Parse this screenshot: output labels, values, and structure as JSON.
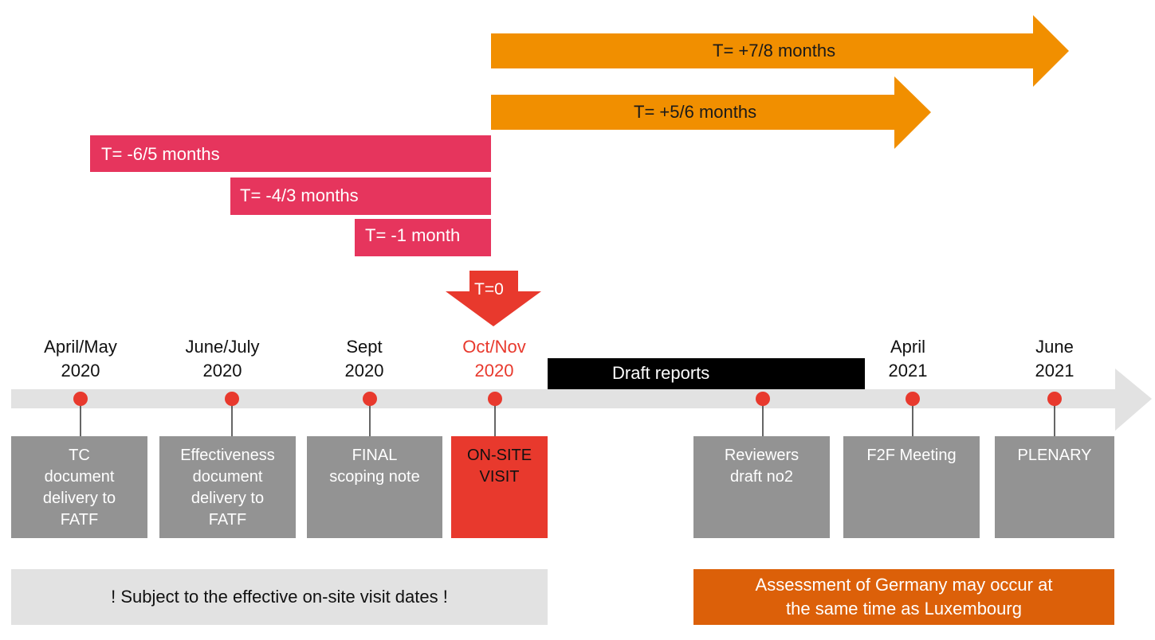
{
  "duration_bars": {
    "plus_78": "T= +7/8 months",
    "plus_56": "T= +5/6 months",
    "minus_65": "T= -6/5 months",
    "minus_43": "T= -4/3 months",
    "minus_1": "T= -1 month"
  },
  "t0_label": "T=0",
  "draft_reports_label": "Draft reports",
  "milestones": [
    {
      "date_line1": "April/May",
      "date_line2": "2020",
      "box_lines": [
        "TC",
        "document",
        "delivery to",
        "FATF"
      ]
    },
    {
      "date_line1": "June/July",
      "date_line2": "2020",
      "box_lines": [
        "Effectiveness",
        "document",
        "delivery to",
        "FATF"
      ]
    },
    {
      "date_line1": "Sept",
      "date_line2": "2020",
      "box_lines": [
        "FINAL",
        "scoping note"
      ]
    },
    {
      "date_line1": "Oct/Nov",
      "date_line2": "2020",
      "box_lines": [
        "ON-SITE",
        "VISIT"
      ]
    },
    {
      "date_line1": "",
      "date_line2": "",
      "box_lines": [
        "Reviewers",
        "draft no2"
      ]
    },
    {
      "date_line1": "April",
      "date_line2": "2021",
      "box_lines": [
        "F2F Meeting"
      ]
    },
    {
      "date_line1": "June",
      "date_line2": "2021",
      "box_lines": [
        "PLENARY"
      ]
    }
  ],
  "notes": {
    "left": "! Subject to the effective on-site visit dates !",
    "right_line1": "Assessment of Germany may occur at",
    "right_line2": "the same time as Luxembourg"
  },
  "colors": {
    "orange_arrow": "#f18f00",
    "pink_bar": "#e6355d",
    "red": "#e8392d",
    "timeline_gray": "#e2e2e2",
    "box_gray": "#939393",
    "draft_black": "#000000",
    "note_gray": "#e2e2e2",
    "note_orange": "#dc6009"
  }
}
